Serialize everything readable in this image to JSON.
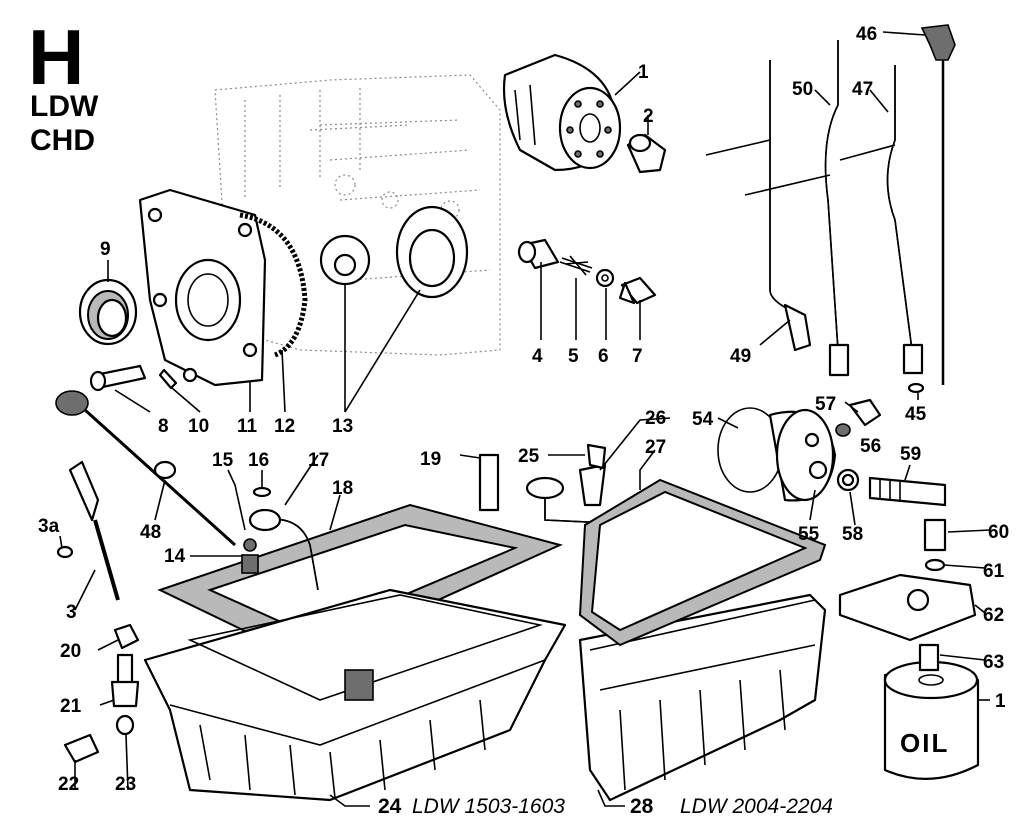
{
  "header": {
    "section_letter": "H",
    "engine_lines": [
      "LDW",
      "CHD"
    ]
  },
  "oil_filter_label": "OIL",
  "variants": [
    {
      "part": "24",
      "text": "LDW 1503-1603"
    },
    {
      "part": "28",
      "text": "LDW 2004-2204"
    }
  ],
  "callouts": [
    {
      "id": "1a",
      "text": "1"
    },
    {
      "id": "2",
      "text": "2"
    },
    {
      "id": "4",
      "text": "4"
    },
    {
      "id": "5",
      "text": "5"
    },
    {
      "id": "6",
      "text": "6"
    },
    {
      "id": "7",
      "text": "7"
    },
    {
      "id": "9",
      "text": "9"
    },
    {
      "id": "8",
      "text": "8"
    },
    {
      "id": "10",
      "text": "10"
    },
    {
      "id": "11",
      "text": "11"
    },
    {
      "id": "12",
      "text": "12"
    },
    {
      "id": "13",
      "text": "13"
    },
    {
      "id": "46",
      "text": "46"
    },
    {
      "id": "50",
      "text": "50"
    },
    {
      "id": "47",
      "text": "47"
    },
    {
      "id": "49",
      "text": "49"
    },
    {
      "id": "45",
      "text": "45"
    },
    {
      "id": "57",
      "text": "57"
    },
    {
      "id": "56",
      "text": "56"
    },
    {
      "id": "54",
      "text": "54"
    },
    {
      "id": "26",
      "text": "26"
    },
    {
      "id": "27",
      "text": "27"
    },
    {
      "id": "59",
      "text": "59"
    },
    {
      "id": "55",
      "text": "55"
    },
    {
      "id": "58",
      "text": "58"
    },
    {
      "id": "60",
      "text": "60"
    },
    {
      "id": "61",
      "text": "61"
    },
    {
      "id": "62",
      "text": "62"
    },
    {
      "id": "63",
      "text": "63"
    },
    {
      "id": "1b",
      "text": "1"
    },
    {
      "id": "15",
      "text": "15"
    },
    {
      "id": "16",
      "text": "16"
    },
    {
      "id": "17",
      "text": "17"
    },
    {
      "id": "18",
      "text": "18"
    },
    {
      "id": "19",
      "text": "19"
    },
    {
      "id": "25",
      "text": "25"
    },
    {
      "id": "48",
      "text": "48"
    },
    {
      "id": "3a",
      "text": "3a"
    },
    {
      "id": "3",
      "text": "3"
    },
    {
      "id": "14",
      "text": "14"
    },
    {
      "id": "20",
      "text": "20"
    },
    {
      "id": "21",
      "text": "21"
    },
    {
      "id": "22",
      "text": "22"
    },
    {
      "id": "23",
      "text": "23"
    }
  ]
}
